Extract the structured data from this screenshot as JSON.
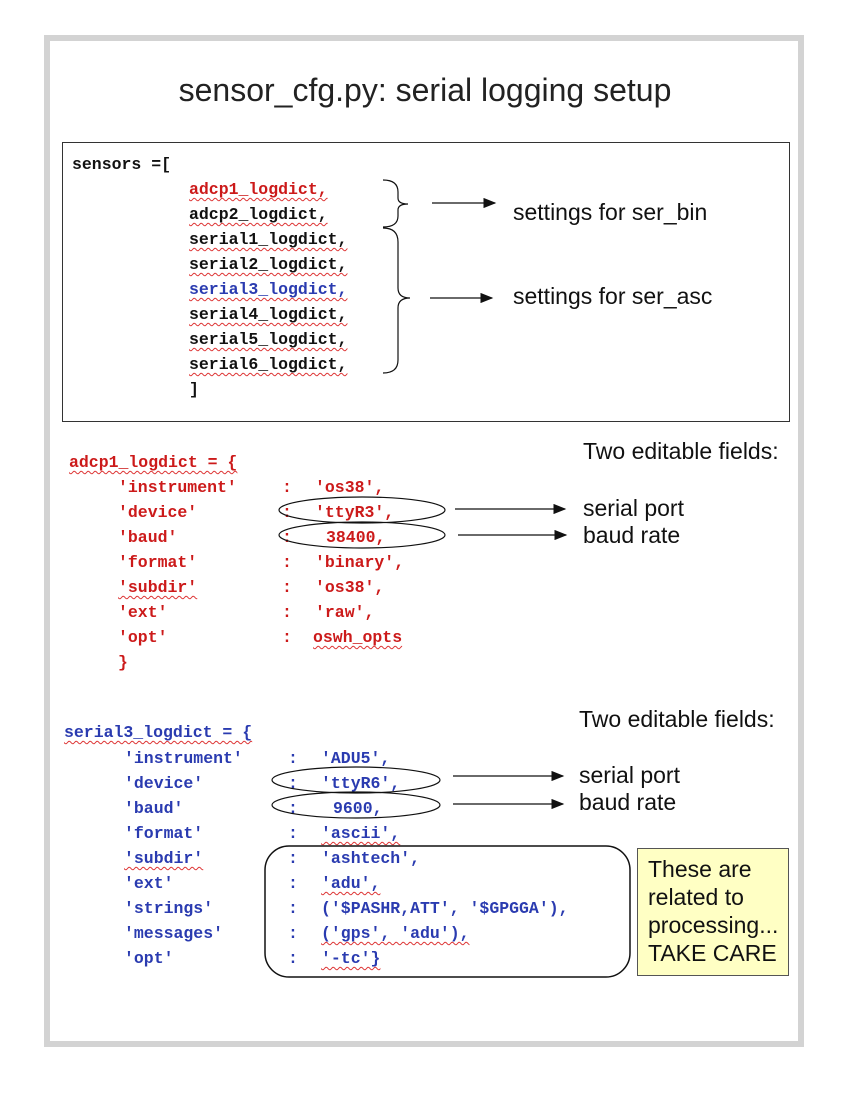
{
  "title": "sensor_cfg.py: serial logging setup",
  "sensors_block": {
    "header": "sensors =[",
    "items": [
      "adcp1_logdict,",
      "adcp2_logdict,",
      "serial1_logdict,",
      "serial2_logdict,",
      "serial3_logdict,",
      "serial4_logdict,",
      "serial5_logdict,",
      "serial6_logdict,"
    ],
    "closing": "]",
    "label_ser_bin": "settings for ser_bin",
    "label_ser_asc": "settings for ser_asc"
  },
  "adcp1": {
    "header": "adcp1_logdict = {",
    "keys": [
      "'instrument'",
      "'device'",
      "'baud'",
      "'format'",
      "'subdir'",
      "'ext'",
      "'opt'"
    ],
    "colons": [
      ":",
      ":",
      ":",
      ":",
      ":",
      ":",
      ":"
    ],
    "values": [
      "'os38',",
      "'ttyR3',",
      "38400,",
      "'binary',",
      "'os38',",
      "'raw',",
      "oswh_opts"
    ],
    "closing": "}",
    "editable_label": "Two editable fields:",
    "serial_port_label": "serial port",
    "baud_rate_label": "baud rate"
  },
  "serial3": {
    "header": "serial3_logdict = {",
    "keys": [
      "'instrument'",
      "'device'",
      "'baud'",
      "'format'",
      "'subdir'",
      "'ext'",
      "'strings'",
      "'messages'",
      "'opt'"
    ],
    "colons": [
      ":",
      ":",
      ":",
      ":",
      ":",
      ":",
      ":",
      ":",
      ":"
    ],
    "values": [
      "'ADU5',",
      "'ttyR6',",
      "9600,",
      "'ascii',",
      "'ashtech',",
      "'adu',",
      "('$PASHR,ATT', '$GPGGA'),",
      "('gps', 'adu'),",
      "'-tc'}"
    ],
    "editable_label": "Two editable fields:",
    "serial_port_label": "serial port",
    "baud_rate_label": "baud rate"
  },
  "note": {
    "lines": [
      "These are",
      "related to",
      "processing...",
      "TAKE CARE"
    ]
  },
  "colors": {
    "red": "#cc1a1a",
    "blue": "#2a3bb0",
    "note_bg": "#ffffc4"
  }
}
